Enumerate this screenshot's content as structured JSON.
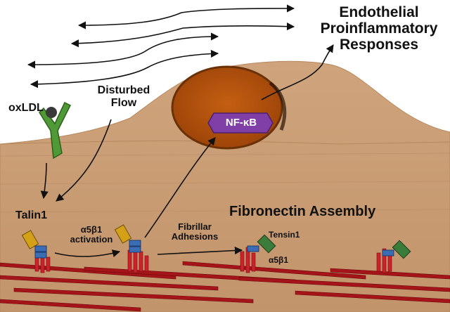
{
  "labels": {
    "endothelial_responses": "Endothelial Proinflammatory Responses",
    "disturbed_flow": "Disturbed Flow",
    "oxldl": "oxLDL",
    "talin1": "Talin1",
    "a5b1_activation": "α5β1 activation",
    "fibrillar_adhesions": "Fibrillar Adhesions",
    "fibronectin_assembly": "Fibronectin Assembly",
    "tensin1": "Tensin1",
    "a5b1": "α5β1",
    "nfkb": "NF-κB"
  },
  "colors": {
    "cell": "#c69a72",
    "nucleus": "#b8520d",
    "nfkb": "#7f3fa6",
    "fibers": "#a51419",
    "arrow": "#111111",
    "oxldl_receptor": "#4f9a36"
  }
}
